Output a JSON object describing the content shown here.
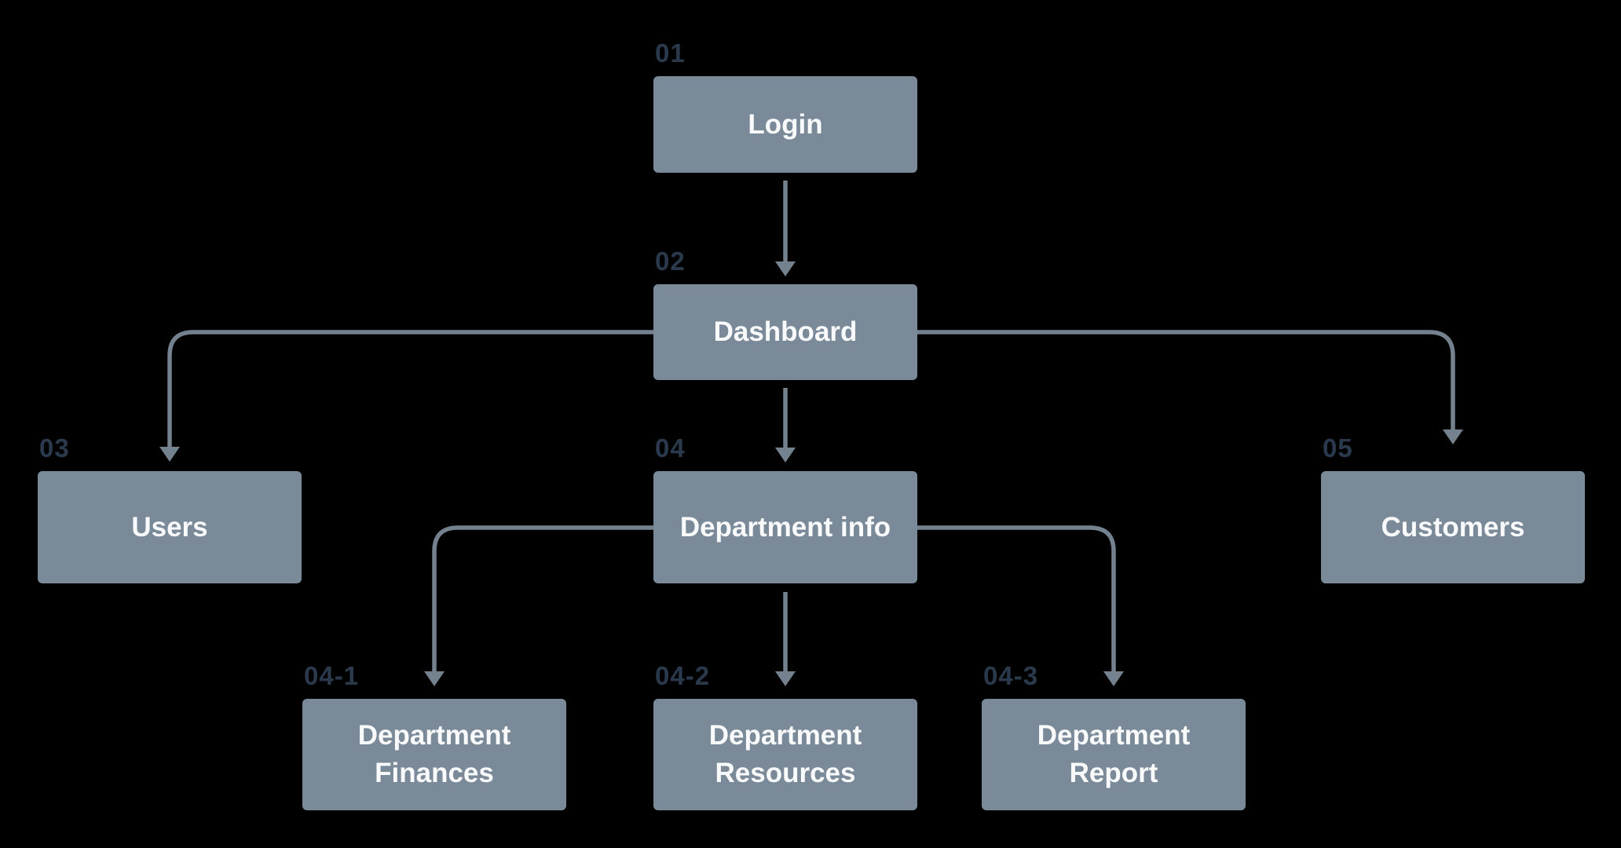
{
  "diagram": {
    "type": "flowchart",
    "background": "black"
  },
  "colors": {
    "background": "#000000",
    "box_fill": "#7b8a99",
    "connector": "#74828f",
    "tag_text": "#2a3a4c",
    "box_text": "#f9fafb"
  },
  "nodes": [
    {
      "id": "login",
      "tag": "01",
      "label": "Login"
    },
    {
      "id": "dashboard",
      "tag": "02",
      "label": "Dashboard"
    },
    {
      "id": "users",
      "tag": "03",
      "label": "Users"
    },
    {
      "id": "deptinfo",
      "tag": "04",
      "label": "Department info"
    },
    {
      "id": "customers",
      "tag": "05",
      "label": "Customers"
    },
    {
      "id": "finances",
      "tag": "04-1",
      "label": "Department\nFinances"
    },
    {
      "id": "resources",
      "tag": "04-2",
      "label": "Department\nResources"
    },
    {
      "id": "report",
      "tag": "04-3",
      "label": "Department\nReport"
    }
  ],
  "edges": [
    {
      "from": "Login",
      "to": "Dashboard"
    },
    {
      "from": "Dashboard",
      "to": "Users"
    },
    {
      "from": "Dashboard",
      "to": "Department info"
    },
    {
      "from": "Dashboard",
      "to": "Customers"
    },
    {
      "from": "Department info",
      "to": "Department Finances"
    },
    {
      "from": "Department info",
      "to": "Department Resources"
    },
    {
      "from": "Department info",
      "to": "Department Report"
    }
  ]
}
